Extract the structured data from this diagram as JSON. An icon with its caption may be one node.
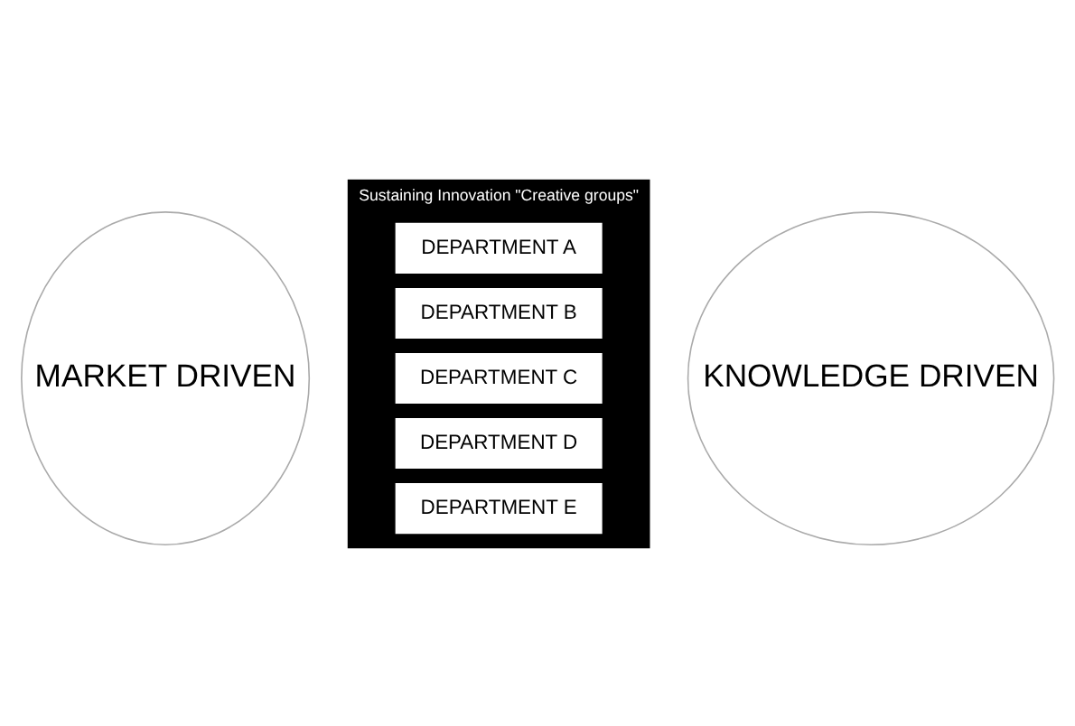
{
  "diagram": {
    "nodes": [
      {
        "text": [
          "MARKET DRIVEN"
        ]
      },
      {
        "text": [
          "Sustaining Innovation \"Creative groups\""
        ]
      },
      {
        "text": [
          "DEPARTMENT A"
        ],
        "in": 1
      },
      {
        "text": [
          "DEPARTMENT B"
        ],
        "in": 1
      },
      {
        "text": [
          "DEPARTMENT C"
        ],
        "in": 1
      },
      {
        "text": [
          "DEPARTMENT D"
        ],
        "in": 1
      },
      {
        "text": [
          "DEPARTMENT E"
        ],
        "in": 1
      },
      {
        "text": [
          "KNOWLEDGE DRIVEN"
        ]
      }
    ],
    "edges": []
  }
}
